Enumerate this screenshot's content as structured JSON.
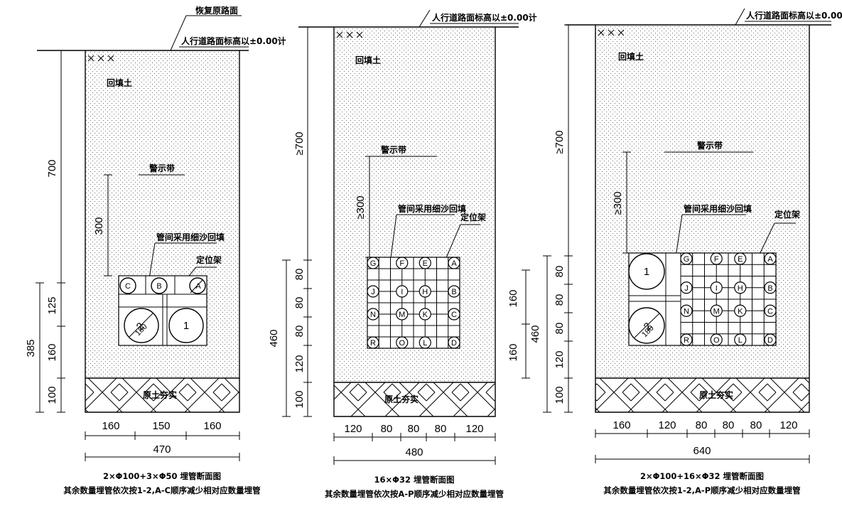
{
  "panels": [
    {
      "id": "left",
      "top_label_1": "恢复原路面",
      "top_label_2": "人行道路面标高以±0.00计",
      "backfill": "回填土",
      "warning_tape": "警示带",
      "sand_fill": "管间采用细沙回填",
      "positioner": "定位架",
      "base_soil": "原土夯实",
      "vert_dims": [
        "700",
        "300",
        "125",
        "160",
        "100",
        "385"
      ],
      "horiz_dims": [
        "160",
        "150",
        "160",
        "470"
      ],
      "pipe_letters": [
        "C",
        "B",
        "A"
      ],
      "pipe_numbers": [
        "2",
        "1"
      ],
      "caption_1": "2×Φ100+3×Φ50 埋管断面图",
      "caption_2": "其余数量埋管依次按1-2,A-C顺序减少相对应数量埋管"
    },
    {
      "id": "middle",
      "top_label_2": "人行道路面标高以±0.00计",
      "backfill": "回填土",
      "warning_tape": "警示带",
      "sand_fill": "管间采用细沙回填",
      "positioner": "定位架",
      "base_soil": "原土夯实",
      "vert_dims": [
        "≥700",
        "≥300",
        "80",
        "80",
        "80",
        "120",
        "100",
        "460"
      ],
      "horiz_dims": [
        "120",
        "80",
        "80",
        "80",
        "120",
        "480"
      ],
      "pipe_grid": [
        [
          "G",
          "F",
          "E",
          "A"
        ],
        [
          "J",
          "I",
          "H",
          "B"
        ],
        [
          "N",
          "M",
          "K",
          "C"
        ],
        [
          "R",
          "O",
          "L",
          "D"
        ]
      ],
      "caption_1": "16×Φ32 埋管断面图",
      "caption_2": "其余数量埋管依次按A-P顺序减少相对应数量埋管"
    },
    {
      "id": "right",
      "top_label_2": "人行道路面标高以±0.00计",
      "backfill": "回填土",
      "warning_tape": "警示带",
      "sand_fill": "管间采用细沙回填",
      "positioner": "定位架",
      "base_soil": "原土夯实",
      "vert_dims": [
        "≥700",
        "≥300",
        "80",
        "80",
        "80",
        "120",
        "100",
        "160",
        "160",
        "460"
      ],
      "horiz_dims": [
        "160",
        "120",
        "80",
        "80",
        "80",
        "120",
        "640"
      ],
      "pipe_grid": [
        [
          "G",
          "F",
          "E",
          "A"
        ],
        [
          "J",
          "I",
          "H",
          "B"
        ],
        [
          "N",
          "M",
          "K",
          "C"
        ],
        [
          "R",
          "O",
          "L",
          "D"
        ]
      ],
      "pipe_numbers": [
        "1",
        "2"
      ],
      "caption_1": "2×Φ100+16×Φ32 埋管断面图",
      "caption_2": "其余数量埋管依次按1-2,A-P顺序减少相对应数量埋管"
    }
  ]
}
